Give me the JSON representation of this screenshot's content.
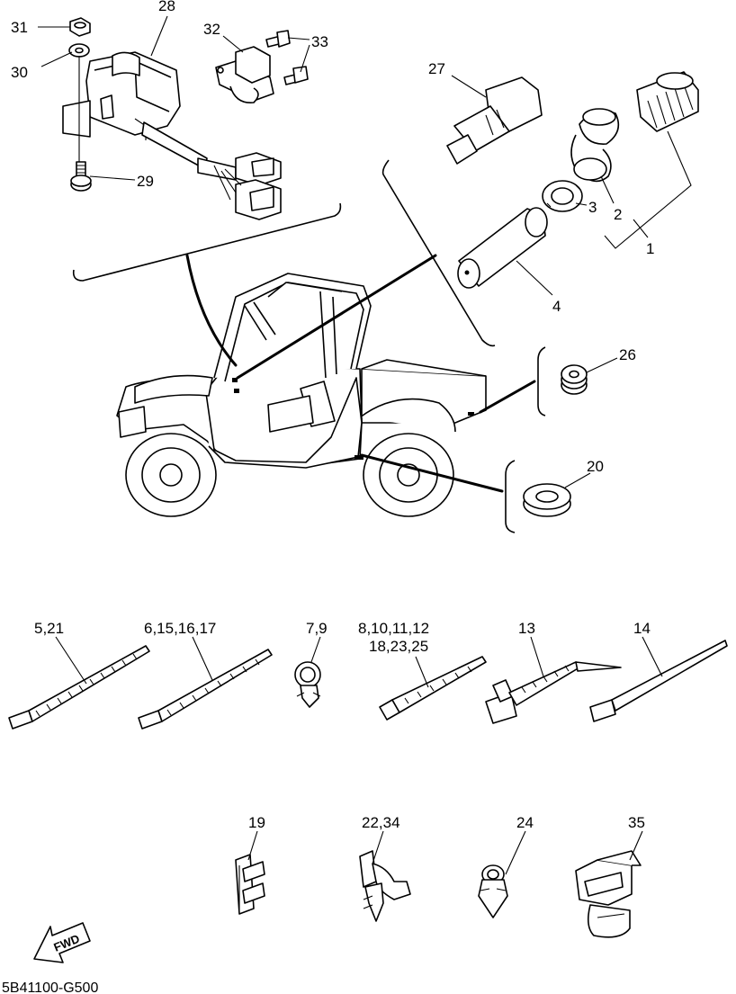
{
  "diagram": {
    "callouts": {
      "c1": "1",
      "c2": "2",
      "c3": "3",
      "c4": "4",
      "c5_21": "5,21",
      "c6_15_16_17": "6,15,16,17",
      "c7_9": "7,9",
      "c8_line1": "8,10,11,12",
      "c8_line2": "18,23,25",
      "c13": "13",
      "c14": "14",
      "c19": "19",
      "c20": "20",
      "c22_34": "22,34",
      "c24": "24",
      "c26": "26",
      "c27": "27",
      "c28": "28",
      "c29": "29",
      "c30": "30",
      "c31": "31",
      "c32": "32",
      "c33": "33",
      "c35": "35"
    },
    "fwd_label": "FWD",
    "drawing_code": "5B41100-G500"
  }
}
